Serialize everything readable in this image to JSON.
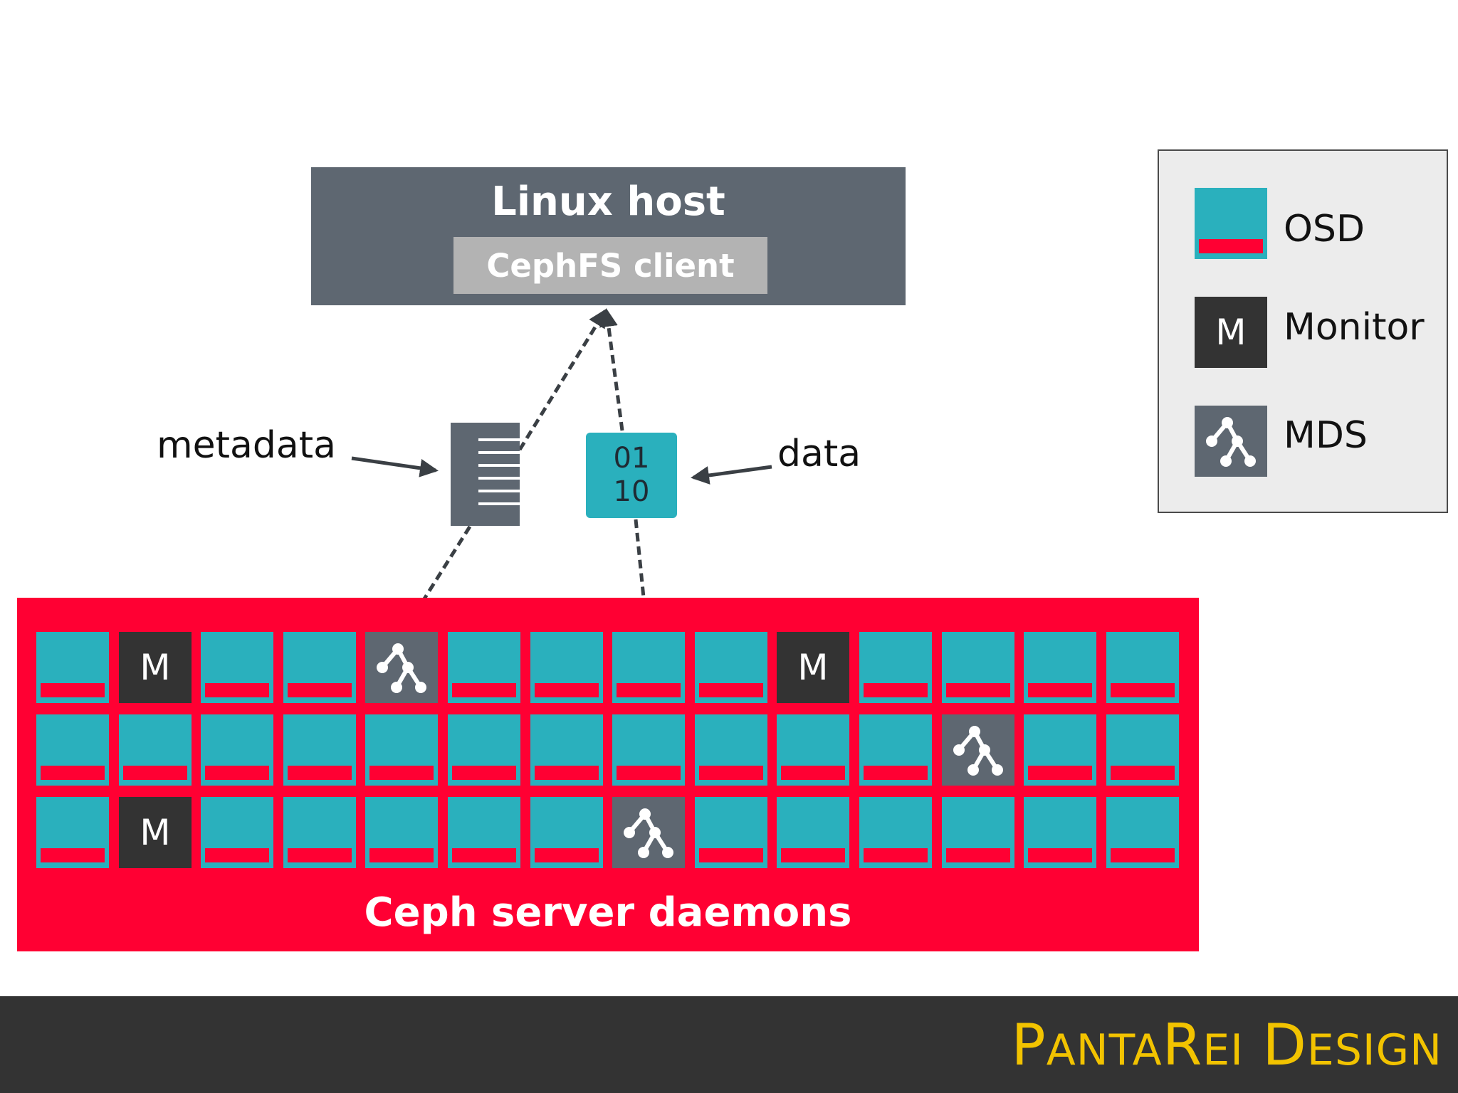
{
  "host": {
    "title": "Linux host",
    "client": "CephFS client"
  },
  "labels": {
    "metadata": "metadata",
    "data": "data"
  },
  "data_tile": {
    "line1": "01",
    "line2": "10"
  },
  "cluster": {
    "label": "Ceph server daemons",
    "rows": [
      [
        "osd",
        "mon",
        "osd",
        "osd",
        "mds",
        "osd",
        "osd",
        "osd",
        "osd",
        "mon",
        "osd",
        "osd",
        "osd",
        "osd"
      ],
      [
        "osd",
        "osd",
        "osd",
        "osd",
        "osd",
        "osd",
        "osd",
        "osd",
        "osd",
        "osd",
        "osd",
        "mds",
        "osd",
        "osd"
      ],
      [
        "osd",
        "mon",
        "osd",
        "osd",
        "osd",
        "osd",
        "osd",
        "mds",
        "osd",
        "osd",
        "osd",
        "osd",
        "osd",
        "osd"
      ]
    ],
    "monitor_letter": "M"
  },
  "legend": {
    "osd": "OSD",
    "monitor": "Monitor",
    "monitor_letter": "M",
    "mds": "MDS"
  },
  "footer": {
    "brand_parts": [
      "P",
      "ANTA",
      "R",
      "EI",
      " D",
      "ESIGN"
    ]
  },
  "colors": {
    "cluster_red": "#ff0033",
    "osd_teal": "#2ab0bd",
    "host_gray": "#5e6771",
    "monitor_dark": "#333333",
    "brand_yellow": "#f2c300"
  }
}
